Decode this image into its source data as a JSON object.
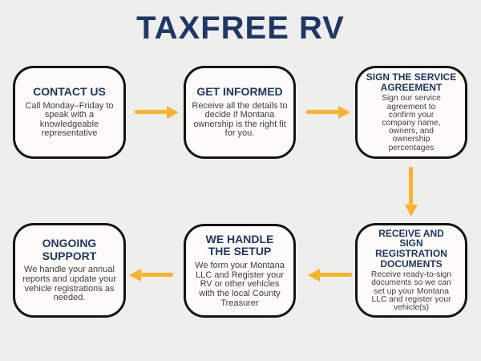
{
  "title": "TAXFREE RV",
  "colors": {
    "background": "#EEEEEC",
    "box_bg": "#FCFBF9",
    "box_border": "#141414",
    "navy": "#1F3765",
    "amber": "#F7B32B",
    "body_text": "#3E3E3E"
  },
  "steps": [
    {
      "heading": "CONTACT US",
      "body": "Call Monday–Friday to speak with a knowledgeable representative"
    },
    {
      "heading": "GET INFORMED",
      "body": "Receive all the details to decide if Montana ownership is the right fit for you."
    },
    {
      "heading": "SIGN THE SERVICE AGREEMENT",
      "body": "Sign our service agreement to confirm your company name, owners, and ownership percentages"
    },
    {
      "heading": "RECEIVE AND SIGN REGISTRATION DOCUMENTS",
      "body": "Receive ready-to-sign documents so we can set up your Montana LLC and register your vehicle(s)"
    },
    {
      "heading": "WE HANDLE THE SETUP",
      "body": "We form your Montana LLC and Register your RV or other vehicles with the local County Treasurer"
    },
    {
      "heading": "ONGOING SUPPORT",
      "body": "We handle your annual reports and update your vehicle registrations as needed."
    }
  ],
  "arrows": [
    {
      "from": "CONTACT US",
      "to": "GET INFORMED",
      "direction": "right"
    },
    {
      "from": "GET INFORMED",
      "to": "SIGN THE SERVICE AGREEMENT",
      "direction": "right"
    },
    {
      "from": "SIGN THE SERVICE AGREEMENT",
      "to": "RECEIVE AND SIGN REGISTRATION DOCUMENTS",
      "direction": "down"
    },
    {
      "from": "RECEIVE AND SIGN REGISTRATION DOCUMENTS",
      "to": "WE HANDLE THE SETUP",
      "direction": "left"
    },
    {
      "from": "WE HANDLE THE SETUP",
      "to": "ONGOING SUPPORT",
      "direction": "left"
    }
  ]
}
